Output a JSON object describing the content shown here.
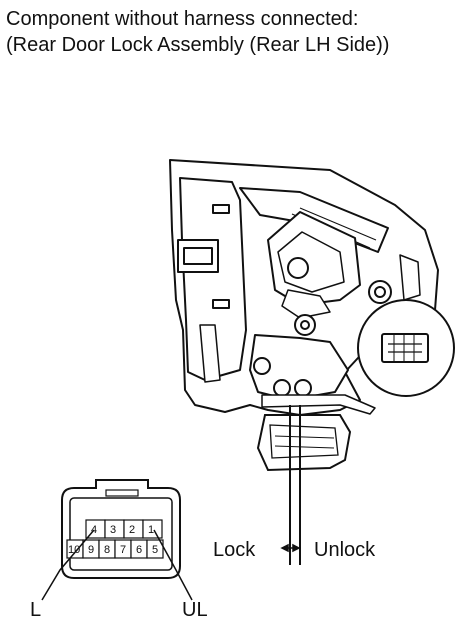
{
  "caption": {
    "line1": "Component without harness connected:",
    "line2": "(Rear Door Lock Assembly (Rear LH Side))"
  },
  "labels": {
    "lock": "Lock",
    "unlock": "Unlock",
    "terminal_l": "L",
    "terminal_ul": "UL"
  },
  "connector": {
    "top_row": [
      "4",
      "3",
      "2",
      "1"
    ],
    "bottom_row": [
      "10",
      "9",
      "8",
      "7",
      "6",
      "5"
    ]
  }
}
